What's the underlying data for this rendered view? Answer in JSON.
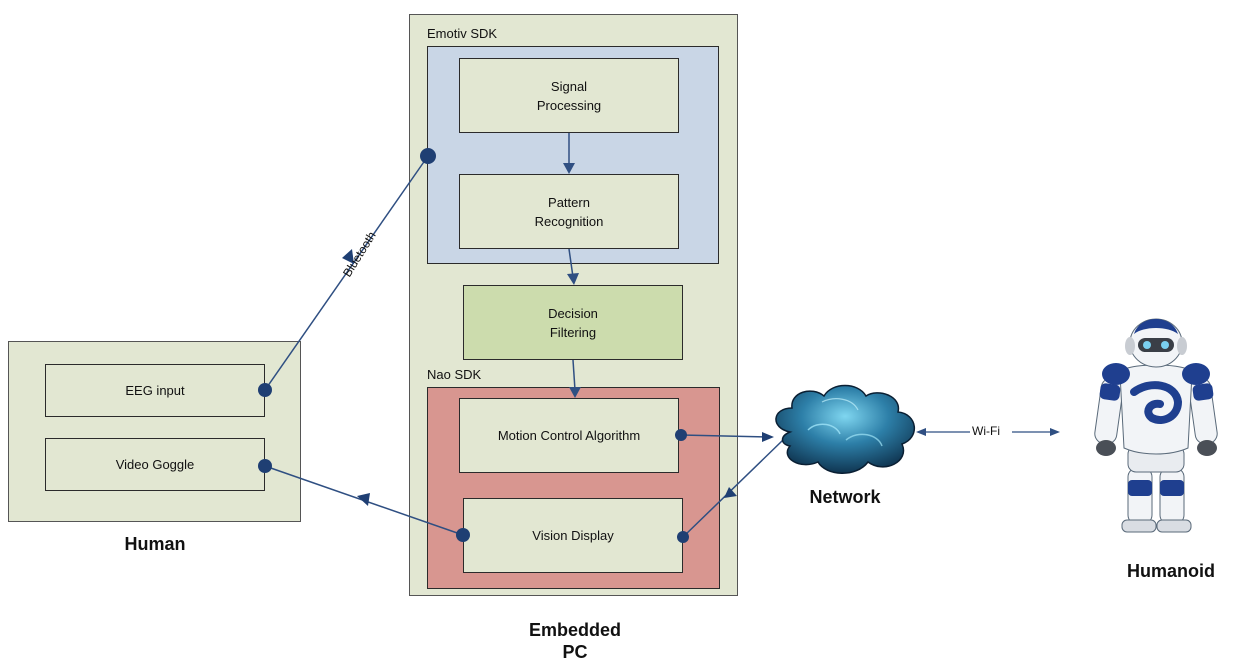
{
  "human": {
    "title": "Human",
    "eeg_input": "EEG input",
    "video_goggle": "Video Goggle"
  },
  "embedded_pc": {
    "title": "Embedded\nPC",
    "emotiv_sdk": {
      "label": "Emotiv SDK",
      "signal_processing": "Signal\nProcessing",
      "pattern_recognition": "Pattern\nRecognition"
    },
    "decision_filtering": "Decision\nFiltering",
    "nao_sdk": {
      "label": "Nao SDK",
      "motion_control": "Motion Control Algorithm",
      "vision_display": "Vision Display"
    }
  },
  "links": {
    "bluetooth": "Bluetooth",
    "wifi": "Wi-Fi"
  },
  "network": {
    "title": "Network"
  },
  "humanoid": {
    "title": "Humanoid"
  },
  "colors": {
    "line": "#2f4f82",
    "dot": "#1f3f73",
    "emotiv_fill": "#c9d6e6",
    "nao_fill": "#d89690",
    "panel_fill": "#e2e7d2",
    "decision_fill": "#ccdcad"
  }
}
